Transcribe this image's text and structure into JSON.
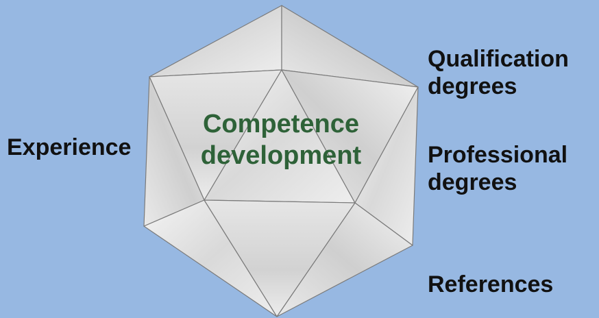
{
  "colors": {
    "background": "#97b8e2",
    "center_text": "#2e6238",
    "label_text": "#111111",
    "edge": "#7a7a7a"
  },
  "center": {
    "line1": "Competence",
    "line2": "development"
  },
  "labels": {
    "experience": "Experience",
    "qualification_line1": "Qualification",
    "qualification_line2": "degrees",
    "professional_line1": "Professional",
    "professional_line2": "degrees",
    "references": "References"
  }
}
